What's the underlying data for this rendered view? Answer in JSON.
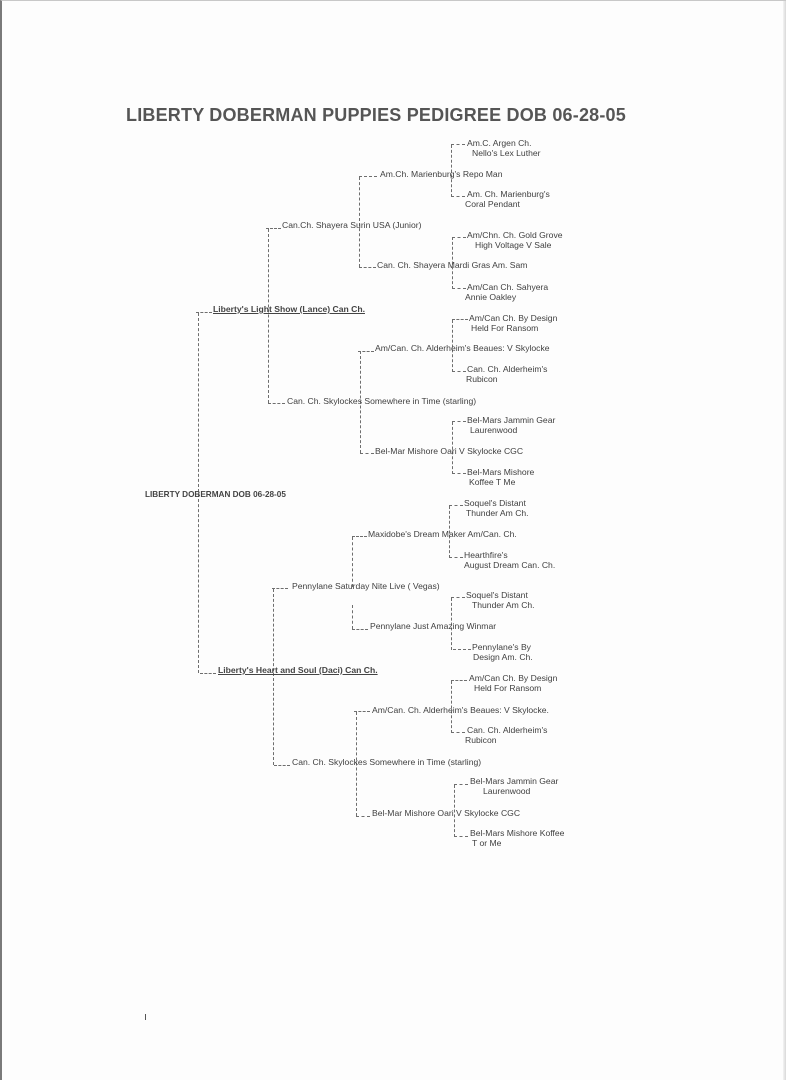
{
  "document": {
    "title": "LIBERTY DOBERMAN PUPPIES PEDIGREE DOB 06-28-05",
    "litter_label": "LIBERTY DOBERMAN DOB 06-28-05",
    "sire": {
      "label": "Liberty's Light Show (Lance) Can Ch.",
      "sire": {
        "label": "Can.Ch. Shayera Surin USA  (Junior)",
        "sire": {
          "label": "Am.Ch. Marienburg's Repo Man",
          "sire": [
            "Am.C.  Argen Ch.",
            "Nello's Lex Luther"
          ],
          "dam": [
            "Am. Ch. Marienburg's",
            "Coral Pendant"
          ]
        },
        "dam": {
          "label": "Can. Ch. Shayera Mardi Gras Am. Sam",
          "sire": [
            "Am/Chn. Ch. Gold Grove",
            "High Voltage V Sale"
          ],
          "dam": [
            "Am/Can Ch. Sahyera",
            "Annie Oakley"
          ]
        }
      },
      "dam": {
        "label": "Can. Ch. Skylockes Somewhere in Time (starling)",
        "sire": {
          "label": "Am/Can. Ch. Alderheim's Beaues: V Skylocke",
          "sire": [
            "Am/Can Ch. By Design",
            "Held For Ransom"
          ],
          "dam": [
            "Can. Ch. Alderheim's",
            "Rubicon"
          ]
        },
        "dam": {
          "label": "Bel-Mar Mishore Oari V Skylocke CGC",
          "sire": [
            "Bel-Mars Jammin Gear",
            "Laurenwood"
          ],
          "dam": [
            "Bel-Mars Mishore",
            "Koffee T Me"
          ]
        }
      }
    },
    "dam": {
      "label": "Liberty's Heart and Soul  (Daci) Can Ch.",
      "sire": {
        "label": "Pennylane Saturday Nite Live ( Vegas)",
        "sire": {
          "label": "Maxidobe's Dream Maker Am/Can. Ch.",
          "sire": [
            "Soquel's Distant",
            "Thunder  Am Ch."
          ],
          "dam": [
            "Hearthfire's",
            "August  Dream Can. Ch."
          ]
        },
        "dam": {
          "label": "Pennylane Just Amazing Winmar",
          "sire": [
            "Soquel's Distant",
            "Thunder Am Ch."
          ],
          "dam": [
            "Pennylane's By",
            "Design Am. Ch."
          ]
        }
      },
      "dam": {
        "label": "Can. Ch. Skylockes Somewhere in Time (starling)",
        "sire": {
          "label": "Am/Can. Ch.  Alderheim's Beaues: V Skylocke.",
          "sire": [
            "Am/Can Ch. By Design",
            "Held For Ransom"
          ],
          "dam": [
            "Can. Ch. Alderheim's",
            "Rubicon"
          ]
        },
        "dam": {
          "label": "Bel-Mar Mishore Oari V Skylocke CGC",
          "sire": [
            "Bel-Mars Jammin Gear",
            "Laurenwood"
          ],
          "dam": [
            "Bel-Mars Mishore Koffee",
            "T or Me"
          ]
        }
      }
    }
  }
}
